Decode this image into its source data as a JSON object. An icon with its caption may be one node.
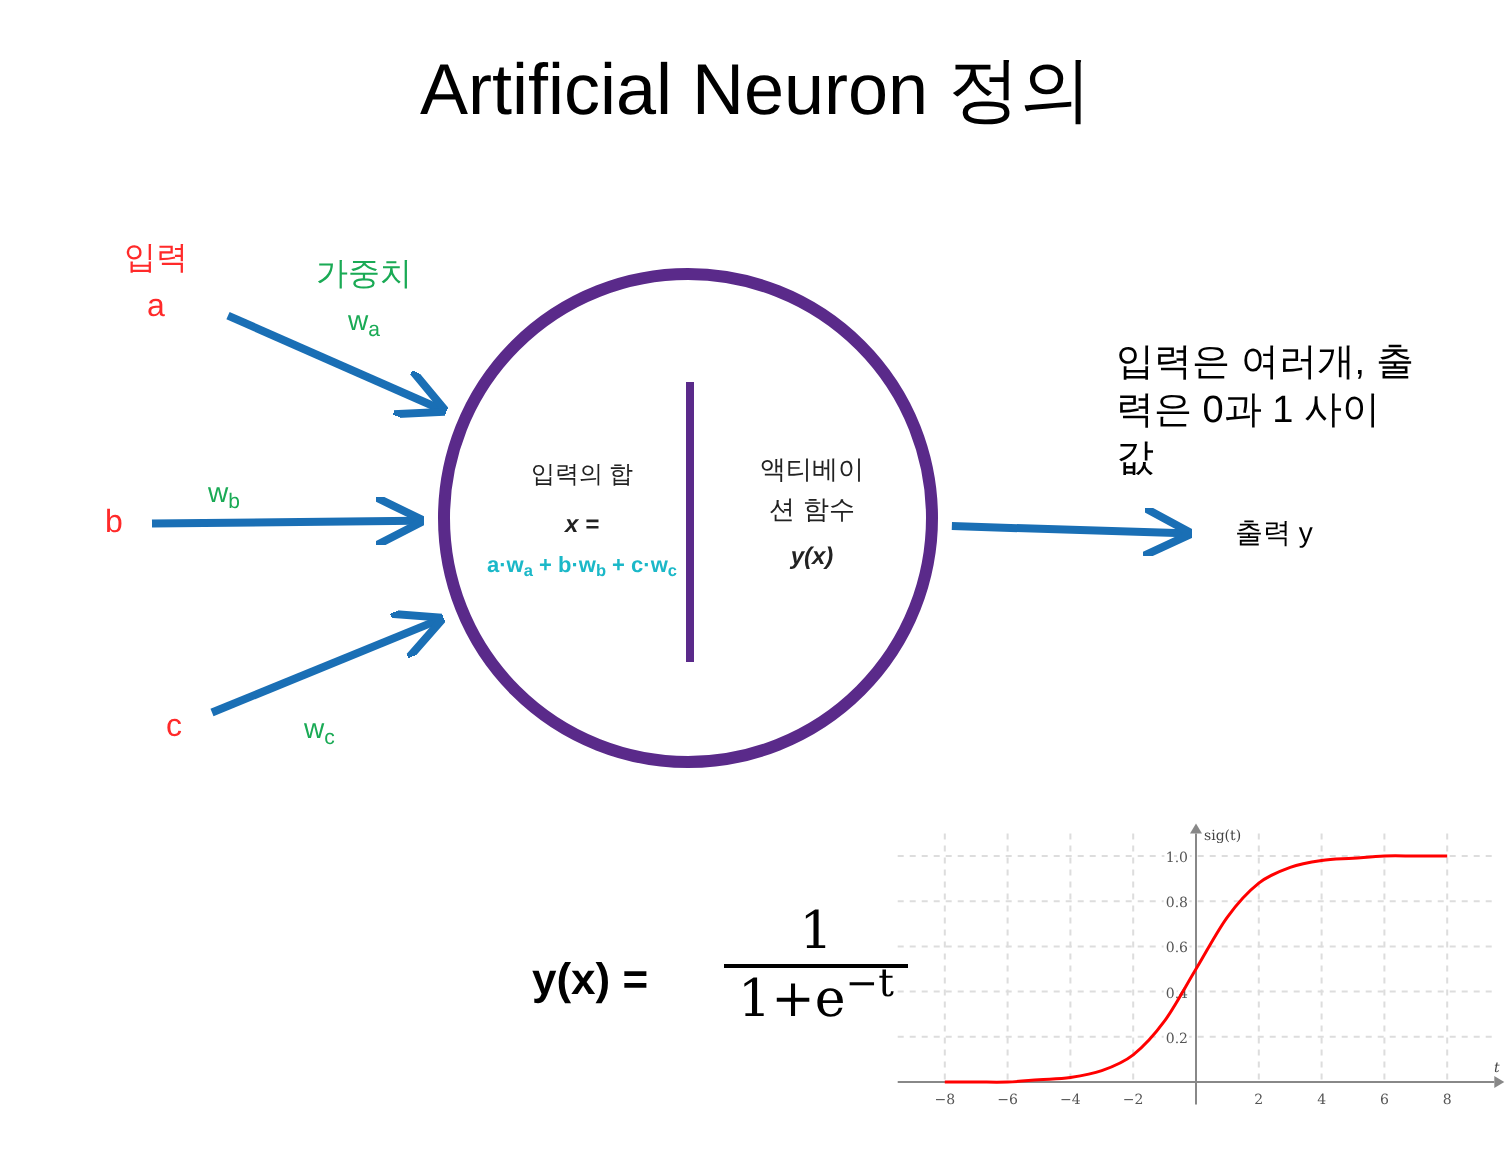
{
  "diagram": {
    "title": "Artificial Neuron 정의",
    "nodes": [
      {
        "text": [
          "입력",
          "a"
        ]
      },
      {
        "text": [
          "b"
        ]
      },
      {
        "text": [
          "c"
        ]
      },
      {
        "text": [],
        "shape": "circle"
      },
      {
        "text": [
          "입력의 합",
          "x =",
          "a·w$_{a}$ + b·w$_{b}$ + c·w$_{c}$"
        ],
        "in": 3
      },
      {
        "text": [
          "액티베이션 함수",
          "y(x)"
        ],
        "in": 3
      },
      {
        "text": [
          "출력 y"
        ]
      }
    ],
    "edges": [
      {
        "from": 0,
        "to": 3,
        "arrow": "to",
        "label": "w$_{a}$"
      },
      {
        "from": 1,
        "to": 3,
        "arrow": "to",
        "label": "w$_{b}$"
      },
      {
        "from": 2,
        "to": 3,
        "arrow": "to",
        "label": "w$_{c}$"
      },
      {
        "from": 3,
        "to": 6,
        "arrow": "to"
      }
    ],
    "labels": [
      "가중치",
      "입력은 여러개, 출력은 0과 1 사이 값",
      "y(x) =",
      "1",
      "1+e$^{−t}$"
    ],
    "chart_data": {
      "type": "line",
      "xlabel": "t",
      "ylabel": "sig(t)",
      "x": [
        -8,
        -7,
        -6,
        -5,
        -4,
        -3,
        -2,
        -1,
        0,
        1,
        2,
        3,
        4,
        5,
        6,
        7,
        8
      ],
      "series": [
        {
          "color": "#ff0000",
          "values": [
            0,
            0,
            0,
            0.01,
            0.02,
            0.05,
            0.12,
            0.27,
            0.5,
            0.73,
            0.88,
            0.95,
            0.98,
            0.99,
            1,
            1,
            1
          ]
        }
      ],
      "xlim": [
        -9.5,
        9.5
      ],
      "ylim": [
        -0.1,
        1.1
      ],
      "grid": true,
      "xticks": [
        -8,
        -6,
        -4,
        -2,
        2,
        4,
        6,
        8
      ],
      "yticks": [
        0.2,
        0.4,
        0.6,
        0.8,
        {
          "value": 1,
          "label": "1.0"
        }
      ]
    }
  }
}
